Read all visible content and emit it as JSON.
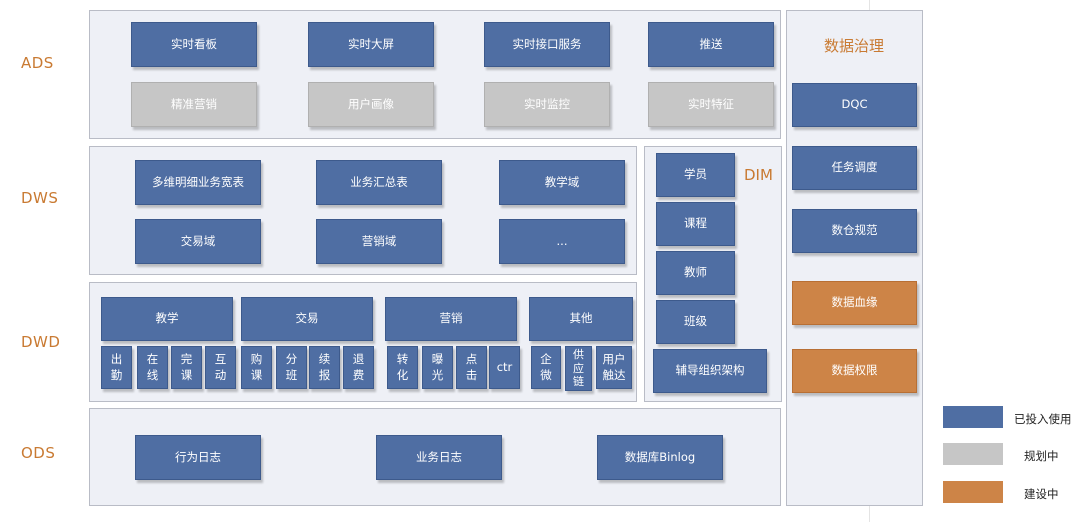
{
  "layers": {
    "ads": "ADS",
    "dws": "DWS",
    "dwd": "DWD",
    "ods": "ODS"
  },
  "ads": {
    "row1": [
      "实时看板",
      "实时大屏",
      "实时接口服务",
      "推送"
    ],
    "row2": [
      "精准营销",
      "用户画像",
      "实时监控",
      "实时特征"
    ]
  },
  "dws": {
    "row1": [
      "多维明细业务宽表",
      "业务汇总表",
      "教学域"
    ],
    "row2": [
      "交易域",
      "营销域",
      "..."
    ]
  },
  "dim": {
    "title": "DIM",
    "items": [
      "学员",
      "课程",
      "教师",
      "班级",
      "辅导组织架构"
    ]
  },
  "dwd": {
    "groups": [
      {
        "title": "教学",
        "items": [
          "出\n勤",
          "在\n线",
          "完\n课",
          "互\n动"
        ]
      },
      {
        "title": "交易",
        "items": [
          "购\n课",
          "分\n班",
          "续\n报",
          "退\n费"
        ]
      },
      {
        "title": "营销",
        "items": [
          "转\n化",
          "曝\n光",
          "点\n击",
          "ctr"
        ]
      },
      {
        "title": "其他",
        "items": [
          "企\n微",
          "供\n应\n链",
          "用户\n触达"
        ]
      }
    ]
  },
  "ods": {
    "items": [
      "行为日志",
      "业务日志",
      "数据库Binlog"
    ]
  },
  "governance": {
    "title": "数据治理",
    "items": [
      "DQC",
      "任务调度",
      "数仓规范",
      "数据血缘",
      "数据权限"
    ]
  },
  "legend": {
    "items": [
      {
        "label": "已投入使用",
        "color": "#4f6ea3"
      },
      {
        "label": "规划中",
        "color": "#c6c6c6"
      },
      {
        "label": "建设中",
        "color": "#cd8447"
      }
    ]
  },
  "colors": {
    "in_use": "#4f6ea3",
    "planned": "#c6c6c6",
    "building": "#cd8447",
    "accent_text": "#c97a32"
  }
}
